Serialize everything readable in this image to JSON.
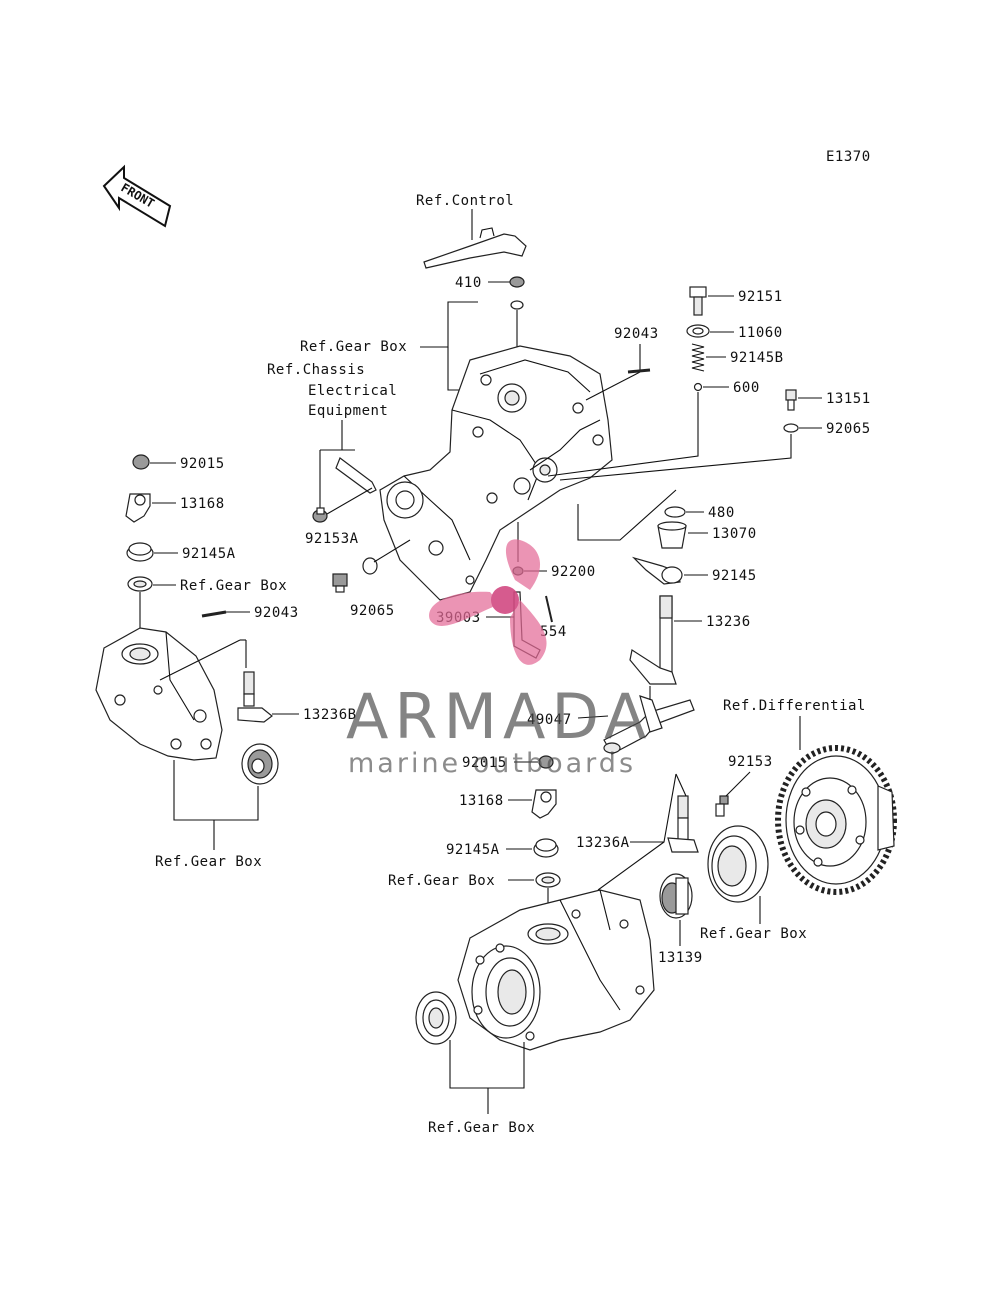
{
  "diagram_code": "E1370",
  "front_label": "FRONT",
  "watermark": {
    "title": "ARMADA",
    "subtitle": "marine outboards",
    "color": "#e46a96"
  },
  "refs": {
    "control": "Ref.Control",
    "gear_box": "Ref.Gear Box",
    "chassis_line1": "Ref.Chassis",
    "chassis_line2": "Electrical",
    "chassis_line3": "Equipment",
    "differential": "Ref.Differential"
  },
  "parts": {
    "p410": "410",
    "p92151": "92151",
    "p11060": "11060",
    "p92145B": "92145B",
    "p600": "600",
    "p13151": "13151",
    "p92065": "92065",
    "p92043": "92043",
    "p92015": "92015",
    "p13168": "13168",
    "p92145A": "92145A",
    "p92153A": "92153A",
    "p480": "480",
    "p13070": "13070",
    "p92200": "92200",
    "p92145": "92145",
    "p39003": "39003",
    "p554": "554",
    "p13236": "13236",
    "p13236B": "13236B",
    "p49047": "49047",
    "p92153": "92153",
    "p13236A": "13236A",
    "p13139": "13139"
  }
}
